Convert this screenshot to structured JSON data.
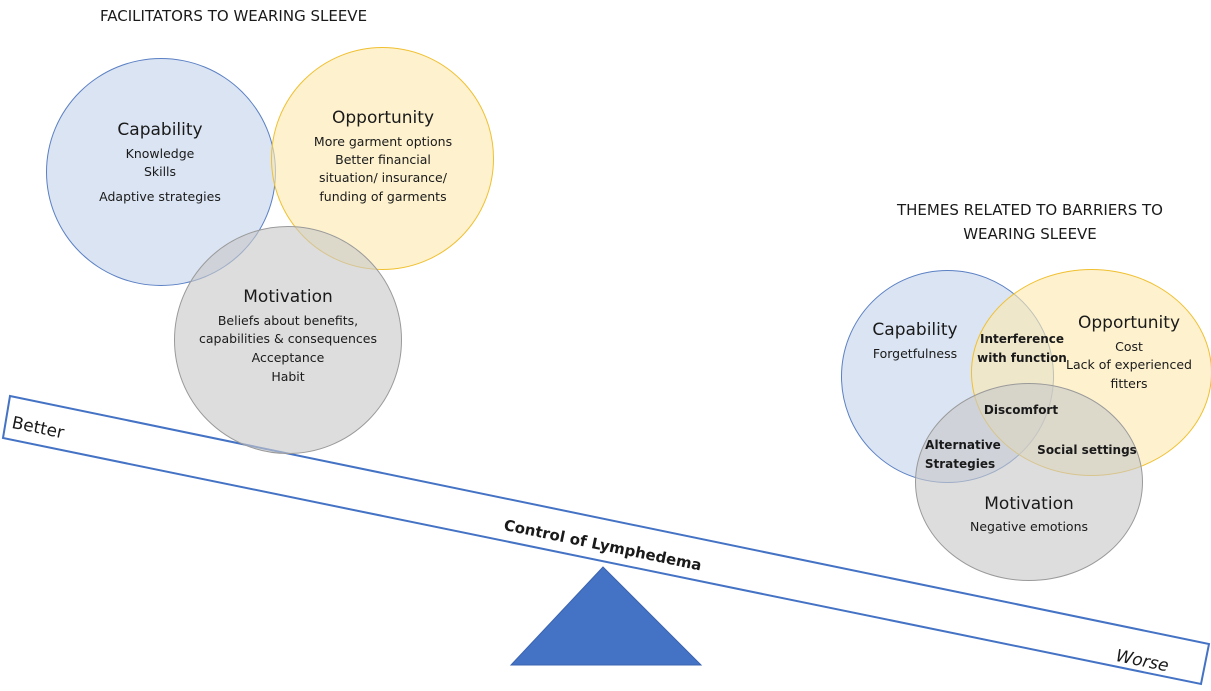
{
  "facilitators": {
    "title": "FACILITATORS TO WEARING SLEEVE",
    "capability": {
      "heading": "Capability",
      "items": [
        "Knowledge",
        "Skills",
        "Adaptive strategies"
      ]
    },
    "opportunity": {
      "heading": "Opportunity",
      "items": [
        "More garment options",
        "Better financial",
        "situation/ insurance/",
        "funding of garments"
      ]
    },
    "motivation": {
      "heading": "Motivation",
      "items": [
        "Beliefs about benefits,",
        "capabilities & consequences",
        "Acceptance",
        "Habit"
      ]
    }
  },
  "barriers": {
    "title_lines": [
      "THEMES RELATED TO BARRIERS TO",
      "WEARING SLEEVE"
    ],
    "capability": {
      "heading": "Capability",
      "items": [
        "Forgetfulness"
      ]
    },
    "opportunity": {
      "heading": "Opportunity",
      "items": [
        "Cost",
        "Lack of experienced",
        "fitters"
      ]
    },
    "motivation": {
      "heading": "Motivation",
      "items": [
        "Negative emotions"
      ]
    },
    "overlaps": {
      "capability_opportunity": [
        "Interference",
        "with function"
      ],
      "all_three": "Discomfort",
      "capability_motivation": [
        "Alternative",
        "Strategies"
      ],
      "opportunity_motivation": "Social settings"
    }
  },
  "scale": {
    "label": "Control of Lymphedema",
    "left_end": "Better",
    "right_end": "Worse"
  },
  "colors": {
    "capability": "#5b80c4",
    "opportunity": "#f0c030",
    "motivation": "#9a9a9a",
    "fulcrum": "#4472c4"
  }
}
